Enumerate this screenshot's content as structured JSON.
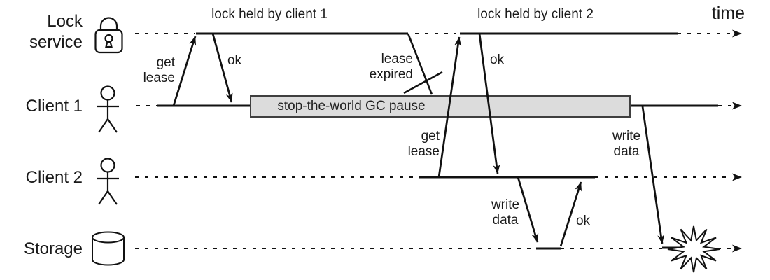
{
  "diagram": {
    "title_note": "distributed lock with lease and GC pause sequence diagram",
    "time_label": "time",
    "lanes": [
      {
        "id": "lock-service",
        "label": "Lock\nservice",
        "icon": "padlock-icon"
      },
      {
        "id": "client-1",
        "label": "Client 1",
        "icon": "person-icon"
      },
      {
        "id": "client-2",
        "label": "Client 2",
        "icon": "person-icon"
      },
      {
        "id": "storage",
        "label": "Storage",
        "icon": "database-cylinder-icon"
      }
    ],
    "annotations": {
      "lock_held_1": "lock held by client 1",
      "lock_held_2": "lock held by client 2",
      "get_lease_1": "get\nlease",
      "ok_1": "ok",
      "lease_expired": "lease\nexpired",
      "gc_pause": "stop-the-world GC pause",
      "get_lease_2": "get\nlease",
      "ok_2": "ok",
      "write_data_2": "write\ndata",
      "ok_3": "ok",
      "write_data_1": "write\ndata"
    },
    "icons": [
      "padlock-icon",
      "person-icon",
      "person-icon",
      "database-cylinder-icon",
      "crash-starburst-icon",
      "time-arrow-icon"
    ],
    "colors": {
      "ink": "#111111",
      "gc_box_fill": "#dcdcdc",
      "gc_box_border": "#3f3f3f",
      "background": "#ffffff"
    }
  }
}
